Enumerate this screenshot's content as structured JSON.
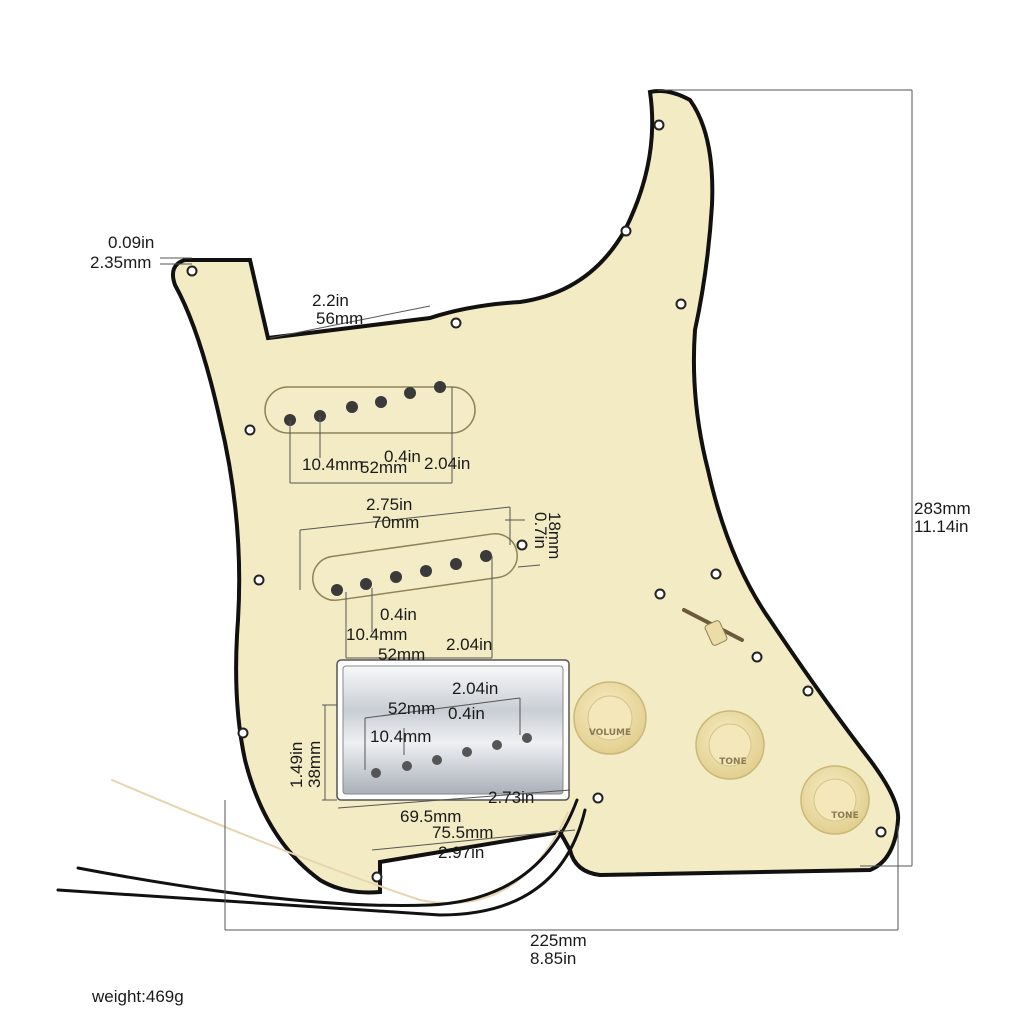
{
  "colors": {
    "pickguard": "#f3ebc4",
    "pickguard_edge": "#111111",
    "knob": "#f0e1a8",
    "chrome": "#d9dde2",
    "dim_line": "#555555"
  },
  "dimensions": {
    "thickness_in": "0.09in",
    "thickness_mm": "2.35mm",
    "height_mm": "283mm",
    "height_in": "11.14in",
    "width_mm": "225mm",
    "width_in": "8.85in",
    "neck_cutout_in": "2.2in",
    "neck_cutout_mm": "56mm",
    "neck_pole_spacing_mm": "10.4mm",
    "neck_pole_spacing_in": "0.4in",
    "neck_pole_span_mm": "52mm",
    "neck_pole_span_in": "2.04in",
    "mid_length_in": "2.75in",
    "mid_length_mm": "70mm",
    "mid_width_in": "0.7in",
    "mid_width_mm": "18mm",
    "mid_pole_spacing_in": "0.4in",
    "mid_pole_spacing_mm": "10.4mm",
    "mid_pole_span_mm": "52mm",
    "mid_pole_span_in": "2.04in",
    "hb_pole_span_mm": "52mm",
    "hb_pole_span_in": "2.04in",
    "hb_pole_spacing_mm": "10.4mm",
    "hb_pole_spacing_in": "0.4in",
    "hb_height_in": "1.49in",
    "hb_height_mm": "38mm",
    "hb_length_mm": "69.5mm",
    "hb_length_in": "2.73in",
    "bridge_cutout_mm": "75.5mm",
    "bridge_cutout_in": "2.97in"
  },
  "knobs": {
    "volume_label": "VOLUME",
    "tone1_label": "TONE",
    "tone2_label": "TONE"
  },
  "weight_label": "weight:469g"
}
